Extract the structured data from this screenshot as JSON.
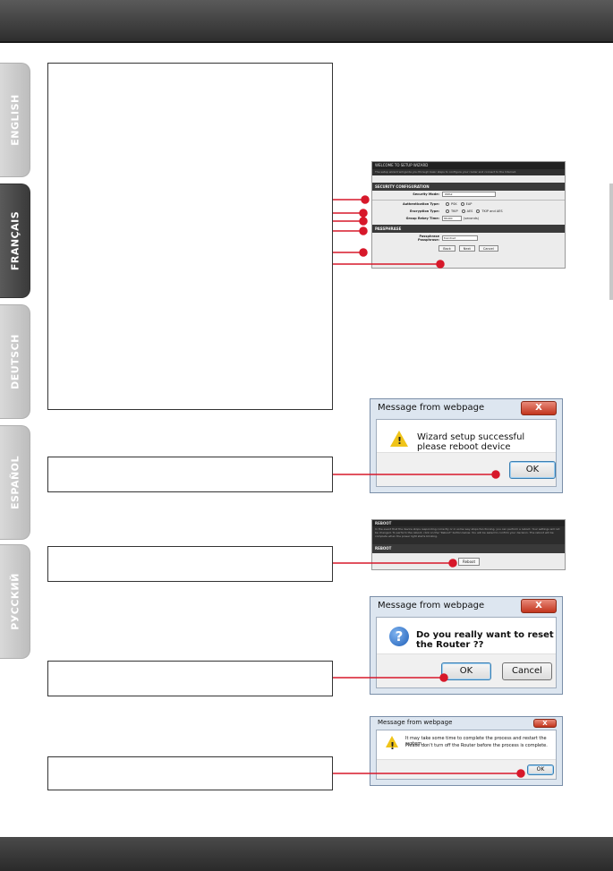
{
  "side_tabs": [
    {
      "label": "ENGLISH",
      "active": false
    },
    {
      "label": "FRANÇAIS",
      "active": true
    },
    {
      "label": "DEUTSCH",
      "active": false
    },
    {
      "label": "ESPAÑOL",
      "active": false
    },
    {
      "label": "РУССКИЙ",
      "active": false
    }
  ],
  "colors": {
    "marker": "#d7182a",
    "callout_border": "#333333",
    "header_bar": "#3a3a3a"
  },
  "wizard": {
    "title": "WELCOME TO SETUP WIZARD",
    "subtitle": "The setup wizard will guide you through basic steps to configure your router and connect to the Internet.",
    "security_header": "SECURITY CONFIGURATION",
    "security_mode_label": "Security Mode:",
    "security_mode_value": "WPA2",
    "auth_type_label": "Authentication Type:",
    "auth_options": [
      "PSK",
      "EAP"
    ],
    "encryption_label": "Encryption Type:",
    "encryption_options": [
      "TKIP",
      "AES",
      "TKIP and AES"
    ],
    "group_key_label": "Group Rekey Time:",
    "group_key_value": "86400",
    "group_key_unit": "(seconds)",
    "passphrase_header": "PASSPHRASE",
    "passphrase_label_1": "Passphrase",
    "passphrase_label_2": "Passphrase:",
    "passphrase_value": "trendnet",
    "back_button": "Back",
    "next_button": "Next",
    "cancel_button": "Cancel"
  },
  "dialog_success": {
    "title": "Message from webpage",
    "close": "X",
    "message": "Wizard setup successful please reboot device",
    "ok": "OK",
    "icon": "warning-icon"
  },
  "reboot_panel": {
    "header": "REBOOT",
    "body": "In the event that the device stops responding correctly or in some way stops functioning, you can perform a reboot. Your settings will not be changed. To perform the reboot, click on the \"Reboot\" button below. You will be asked to confirm your decision. The reboot will be complete when the power light starts blinking.",
    "section": "REBOOT",
    "button": "Reboot"
  },
  "dialog_reset": {
    "title": "Message from webpage",
    "close": "X",
    "message": "Do you really want to reset the Router ??",
    "ok": "OK",
    "cancel": "Cancel",
    "icon": "question-icon"
  },
  "dialog_wait": {
    "title": "Message from webpage",
    "close": "X",
    "line1": "It may take some time to complete the process and restart the system.",
    "line2": "Please don't turn off the Router before the process is complete.",
    "ok": "OK",
    "icon": "warning-icon"
  }
}
